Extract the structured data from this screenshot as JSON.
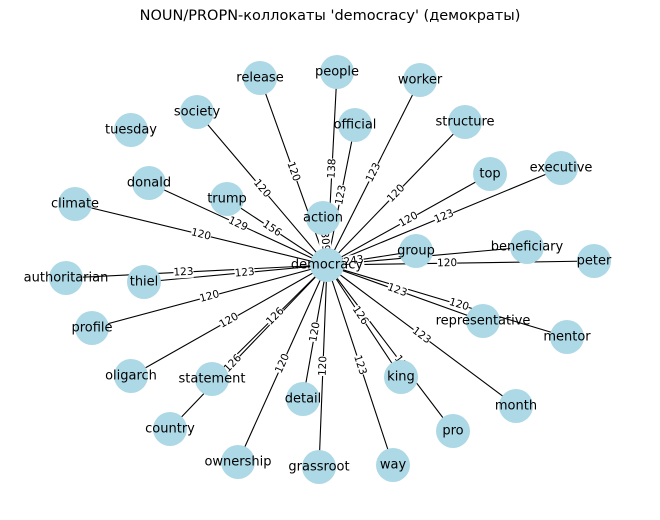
{
  "title": "NOUN/PROPN-коллокаты 'democracy' (демократы)",
  "colors": {
    "node": "#add8e6",
    "edge": "#000000",
    "edge_label_bg": "#ffffff"
  },
  "center": "democracy",
  "nodes": [
    "democracy",
    "release",
    "people",
    "worker",
    "society",
    "official",
    "structure",
    "tuesday",
    "top",
    "executive",
    "donald",
    "trump",
    "action",
    "climate",
    "group",
    "beneficiary",
    "peter",
    "authoritarian",
    "thiel",
    "profile",
    "representative",
    "mentor",
    "oligarch",
    "statement",
    "king",
    "month",
    "detail",
    "pro",
    "country",
    "ownership",
    "grassroot",
    "way"
  ],
  "edges": [
    {
      "target": "release",
      "weight": "120"
    },
    {
      "target": "people",
      "weight": "138"
    },
    {
      "target": "official",
      "weight": "123"
    },
    {
      "target": "worker",
      "weight": "123"
    },
    {
      "target": "structure",
      "weight": "120"
    },
    {
      "target": "top",
      "weight": "120"
    },
    {
      "target": "executive",
      "weight": "123"
    },
    {
      "target": "society",
      "weight": "120"
    },
    {
      "target": "trump",
      "weight": "156"
    },
    {
      "target": "donald",
      "weight": "129"
    },
    {
      "target": "action",
      "weight": "309"
    },
    {
      "target": "climate",
      "weight": "120"
    },
    {
      "target": "group",
      "weight": "243"
    },
    {
      "target": "beneficiary",
      "weight": "120"
    },
    {
      "target": "peter",
      "weight": "120"
    },
    {
      "target": "thiel",
      "weight": "123"
    },
    {
      "target": "authoritarian",
      "weight": "123"
    },
    {
      "target": "profile",
      "weight": "120"
    },
    {
      "target": "representative",
      "weight": "123"
    },
    {
      "target": "mentor",
      "weight": "120"
    },
    {
      "target": "oligarch",
      "weight": "120"
    },
    {
      "target": "statement",
      "weight": "126"
    },
    {
      "target": "country",
      "weight": "126"
    },
    {
      "target": "king",
      "weight": "126"
    },
    {
      "target": "month",
      "weight": "123"
    },
    {
      "target": "detail",
      "weight": "120"
    },
    {
      "target": "ownership",
      "weight": "120"
    },
    {
      "target": "grassroot",
      "weight": "120"
    },
    {
      "target": "way",
      "weight": "123"
    },
    {
      "target": "pro",
      "weight": "126"
    }
  ]
}
